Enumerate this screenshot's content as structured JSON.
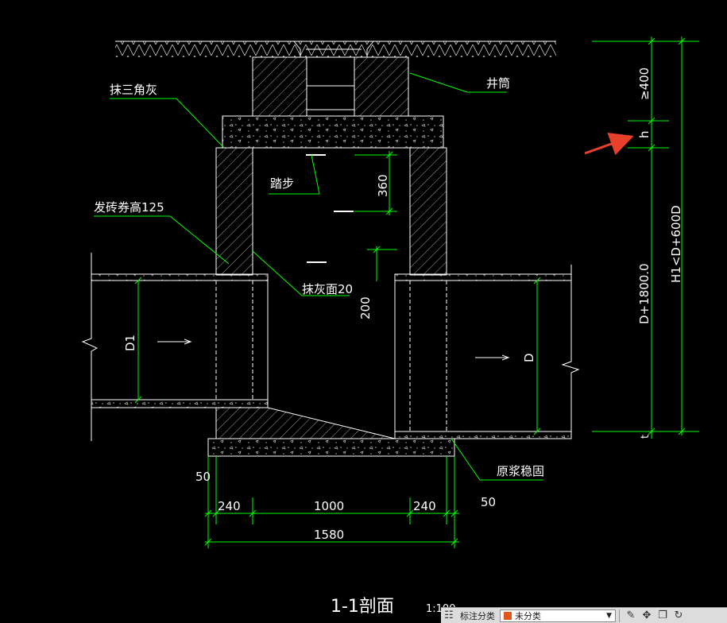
{
  "colors": {
    "background": "#000000",
    "outline": "#ffffff",
    "dimension": "#00ff00",
    "annotation_arrow": "#e8402a",
    "hatch": "#cfcfcf"
  },
  "labels": {
    "well_cylinder": "井筒",
    "triangle_plaster": "抹三角灰",
    "step": "踏步",
    "brick_arch": "发砖券高125",
    "plaster_face": "抹灰面20",
    "slurry": "原浆稳固"
  },
  "dimensions": {
    "step_spacing": "360",
    "arch_height": "200",
    "pipe_in": "D1",
    "pipe_out": "D",
    "top_height": "≥400",
    "h": "h",
    "mid_height": "D+1800.0",
    "total_height": "H1<D+600D",
    "t": "t",
    "base_side_left": "50",
    "base_side_right": "50",
    "wall_left": "240",
    "inner_width": "1000",
    "wall_right": "240",
    "total_width": "1580"
  },
  "title": {
    "section": "1-1剖面",
    "scale": "1:100"
  },
  "toolbar": {
    "category_label": "标注分类",
    "category_value": "未分类",
    "category_swatch": "#e2561a"
  }
}
